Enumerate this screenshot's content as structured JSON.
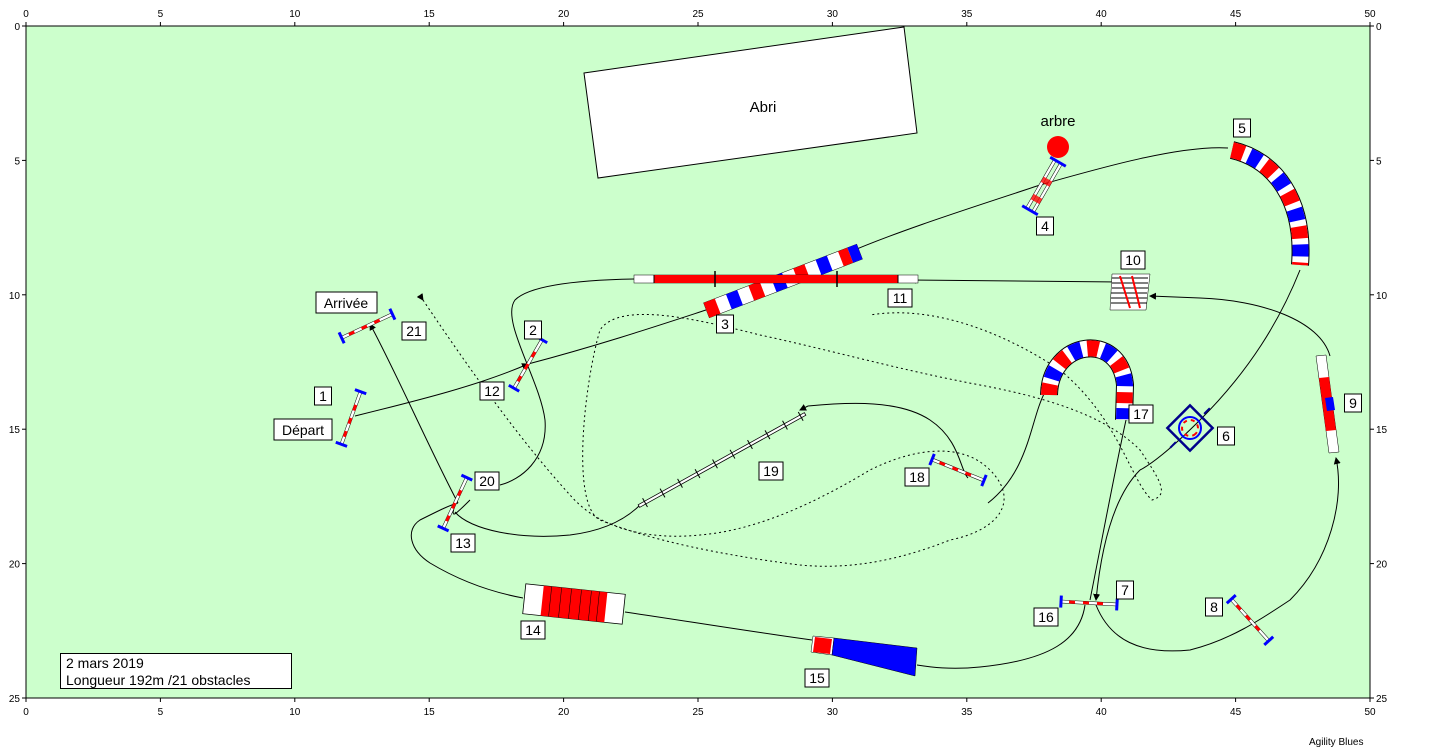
{
  "colors": {
    "field": "#ccffcc",
    "red": "#ff0000",
    "blue": "#0000ff",
    "white": "#ffffff",
    "tree": "#ff0000",
    "line": "#000000"
  },
  "axes": {
    "x_ticks": [
      "0",
      "5",
      "10",
      "15",
      "20",
      "25",
      "30",
      "35",
      "40",
      "45",
      "50"
    ],
    "y_ticks": [
      "0",
      "5",
      "10",
      "15",
      "20",
      "25"
    ]
  },
  "labels": {
    "shelter": "Abri",
    "tree": "arbre",
    "start": "Départ",
    "finish": "Arrivée"
  },
  "obstacles": [
    "1",
    "2",
    "3",
    "4",
    "5",
    "6",
    "7",
    "8",
    "9",
    "10",
    "11",
    "12",
    "13",
    "14",
    "15",
    "16",
    "17",
    "18",
    "19",
    "20",
    "21"
  ],
  "info": {
    "date": "2 mars 2019",
    "length": "Longueur 192m /21 obstacles"
  },
  "credit": "Agility Blues"
}
